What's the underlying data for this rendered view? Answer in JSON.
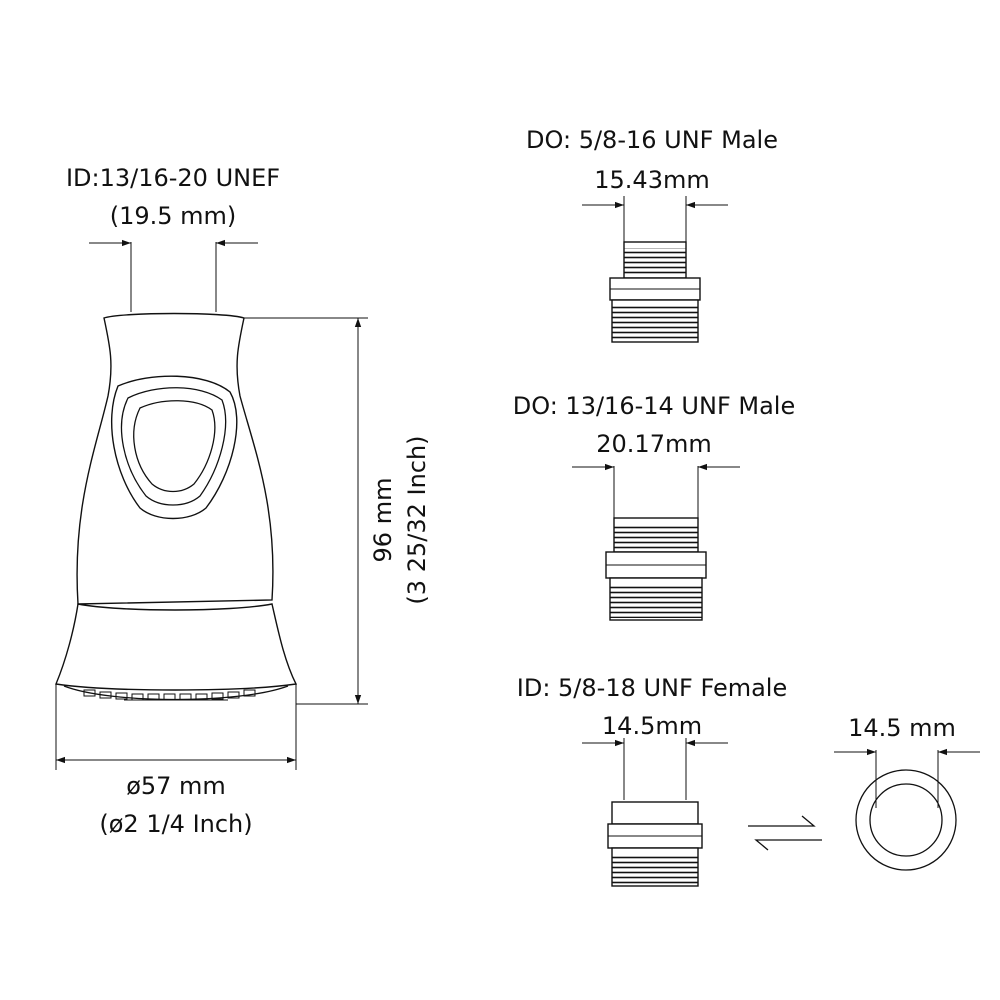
{
  "sprayer": {
    "inlet_spec": "ID:13/16-20 UNEF",
    "inlet_mm": "(19.5 mm)",
    "height_mm": "96 mm",
    "height_inch": "(3 25/32 Inch)",
    "diameter_mm": "ø57 mm",
    "diameter_inch": "(ø2 1/4 Inch)"
  },
  "adapters": [
    {
      "spec": "DO: 5/8-16 UNF Male",
      "width": "15.43mm"
    },
    {
      "spec": "DO: 13/16-14 UNF Male",
      "width": "20.17mm"
    },
    {
      "spec": "ID: 5/8-18 UNF Female",
      "width": "14.5mm"
    }
  ],
  "ring_width": "14.5 mm"
}
